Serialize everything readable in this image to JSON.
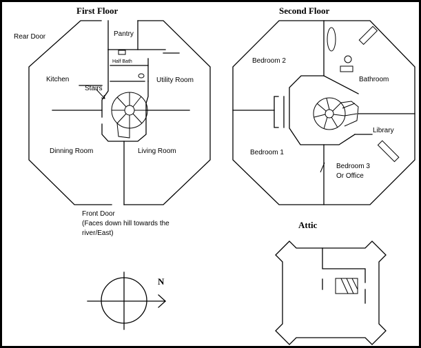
{
  "headings": {
    "first_floor": "First Floor",
    "second_floor": "Second Floor",
    "attic": "Attic"
  },
  "first_floor_labels": {
    "rear_door": "Rear Door",
    "pantry": "Pantry",
    "half_bath": "Half Bath",
    "kitchen": "Kitchen",
    "stairs": "Stairs",
    "utility_room": "Utility Room",
    "dinning_room": "Dinning Room",
    "living_room": "Living Room",
    "front_door_line1": "Front Door",
    "front_door_line2": "(Faces down hill towards the",
    "front_door_line3": "river/East)"
  },
  "second_floor_labels": {
    "bedroom_2": "Bedroom 2",
    "bathroom": "Bathroom",
    "library": "Library",
    "bedroom_1": "Bedroom 1",
    "bedroom_3_line1": "Bedroom 3",
    "bedroom_3_line2": "Or Office"
  },
  "compass": {
    "north_label": "N"
  }
}
